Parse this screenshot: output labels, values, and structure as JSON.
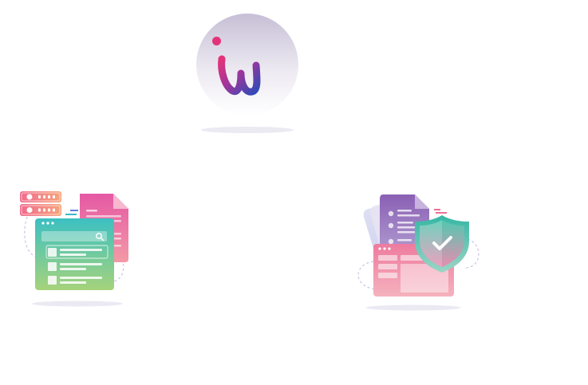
{
  "logo": {
    "icon": "iw-logo",
    "colors": {
      "circle_top": "#cbc3d8",
      "circle_bottom": "#ffffff",
      "mark_start": "#e0337a",
      "mark_end": "#2f49b6",
      "shadow": "#ebe9f2"
    }
  },
  "illustrations": [
    {
      "icon": "search-documents-illustration",
      "colors": {
        "window_top": "#3fc1c0",
        "window_bottom": "#9fd27e",
        "doc": "#e45aa3",
        "server": "#f3728f"
      }
    },
    {
      "icon": "security-shield-illustration",
      "colors": {
        "doc": "#8f67b9",
        "window": "#ee7fa0",
        "shield": "#43c0a6",
        "check": "#ffffff"
      }
    }
  ]
}
